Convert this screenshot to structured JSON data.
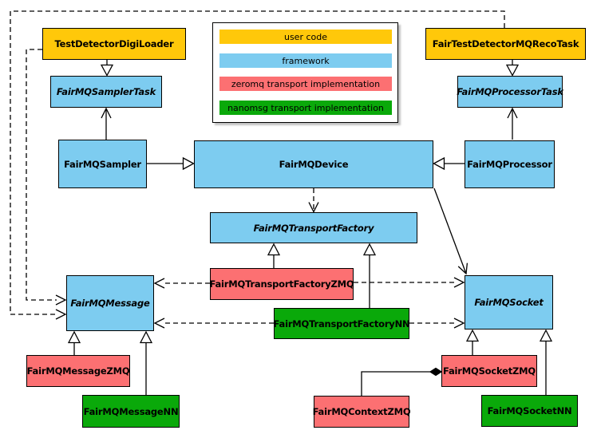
{
  "legend": {
    "items": [
      {
        "label": "user code",
        "color": "#FFC80A"
      },
      {
        "label": "framework",
        "color": "#7DCCF0"
      },
      {
        "label": "zeromq transport implementation",
        "color": "#FC7072"
      },
      {
        "label": "nanomsg transport implementation",
        "color": "#0AA90A"
      }
    ]
  },
  "colors": {
    "user_code": "#FFC80A",
    "framework": "#7DCCF0",
    "zeromq": "#FC7072",
    "nanomsg": "#0AA90A",
    "line": "#000000",
    "background": "#ffffff"
  },
  "nodes": [
    {
      "label": "TestDetectorDigiLoader",
      "category": "user code",
      "abstract": false
    },
    {
      "label": "FairTestDetectorMQRecoTask",
      "category": "user code",
      "abstract": false
    },
    {
      "label": "FairMQSamplerTask",
      "category": "framework",
      "abstract": true
    },
    {
      "label": "FairMQProcessorTask",
      "category": "framework",
      "abstract": true
    },
    {
      "label": "FairMQSampler",
      "category": "framework",
      "abstract": false
    },
    {
      "label": "FairMQDevice",
      "category": "framework",
      "abstract": false
    },
    {
      "label": "FairMQProcessor",
      "category": "framework",
      "abstract": false
    },
    {
      "label": "FairMQTransportFactory",
      "category": "framework",
      "abstract": true
    },
    {
      "label": "FairMQTransportFactoryZMQ",
      "category": "zeromq",
      "abstract": false
    },
    {
      "label": "FairMQTransportFactoryNN",
      "category": "nanomsg",
      "abstract": false
    },
    {
      "label": "FairMQMessage",
      "category": "framework",
      "abstract": true
    },
    {
      "label": "FairMQSocket",
      "category": "framework",
      "abstract": true
    },
    {
      "label": "FairMQMessageZMQ",
      "category": "zeromq",
      "abstract": false
    },
    {
      "label": "FairMQMessageNN",
      "category": "nanomsg",
      "abstract": false
    },
    {
      "label": "FairMQSocketZMQ",
      "category": "zeromq",
      "abstract": false
    },
    {
      "label": "FairMQSocketNN",
      "category": "nanomsg",
      "abstract": false
    },
    {
      "label": "FairMQContextZMQ",
      "category": "zeromq",
      "abstract": false
    }
  ],
  "edges": [
    {
      "from": "TestDetectorDigiLoader",
      "to": "FairMQSamplerTask",
      "type": "inheritance"
    },
    {
      "from": "FairTestDetectorMQRecoTask",
      "to": "FairMQProcessorTask",
      "type": "inheritance"
    },
    {
      "from": "FairMQSampler",
      "to": "FairMQDevice",
      "type": "inheritance"
    },
    {
      "from": "FairMQProcessor",
      "to": "FairMQDevice",
      "type": "inheritance"
    },
    {
      "from": "FairMQSampler",
      "to": "FairMQSamplerTask",
      "type": "association"
    },
    {
      "from": "FairMQProcessor",
      "to": "FairMQProcessorTask",
      "type": "association"
    },
    {
      "from": "FairMQDevice",
      "to": "FairMQTransportFactory",
      "type": "dependency"
    },
    {
      "from": "FairMQDevice",
      "to": "FairMQSocket",
      "type": "association"
    },
    {
      "from": "FairMQTransportFactoryZMQ",
      "to": "FairMQTransportFactory",
      "type": "inheritance"
    },
    {
      "from": "FairMQTransportFactoryNN",
      "to": "FairMQTransportFactory",
      "type": "inheritance"
    },
    {
      "from": "FairMQTransportFactoryZMQ",
      "to": "FairMQMessage",
      "type": "dependency"
    },
    {
      "from": "FairMQTransportFactoryZMQ",
      "to": "FairMQSocket",
      "type": "dependency"
    },
    {
      "from": "FairMQTransportFactoryNN",
      "to": "FairMQMessage",
      "type": "dependency"
    },
    {
      "from": "FairMQTransportFactoryNN",
      "to": "FairMQSocket",
      "type": "dependency"
    },
    {
      "from": "FairMQMessageZMQ",
      "to": "FairMQMessage",
      "type": "inheritance"
    },
    {
      "from": "FairMQMessageNN",
      "to": "FairMQMessage",
      "type": "inheritance"
    },
    {
      "from": "FairMQSocketZMQ",
      "to": "FairMQSocket",
      "type": "inheritance"
    },
    {
      "from": "FairMQSocketNN",
      "to": "FairMQSocket",
      "type": "inheritance"
    },
    {
      "from": "FairMQContextZMQ",
      "to": "FairMQSocketZMQ",
      "type": "composition"
    },
    {
      "from": "TestDetectorDigiLoader",
      "to": "FairMQMessage",
      "type": "dependency"
    },
    {
      "from": "FairTestDetectorMQRecoTask",
      "to": "FairMQMessage",
      "type": "dependency"
    }
  ]
}
